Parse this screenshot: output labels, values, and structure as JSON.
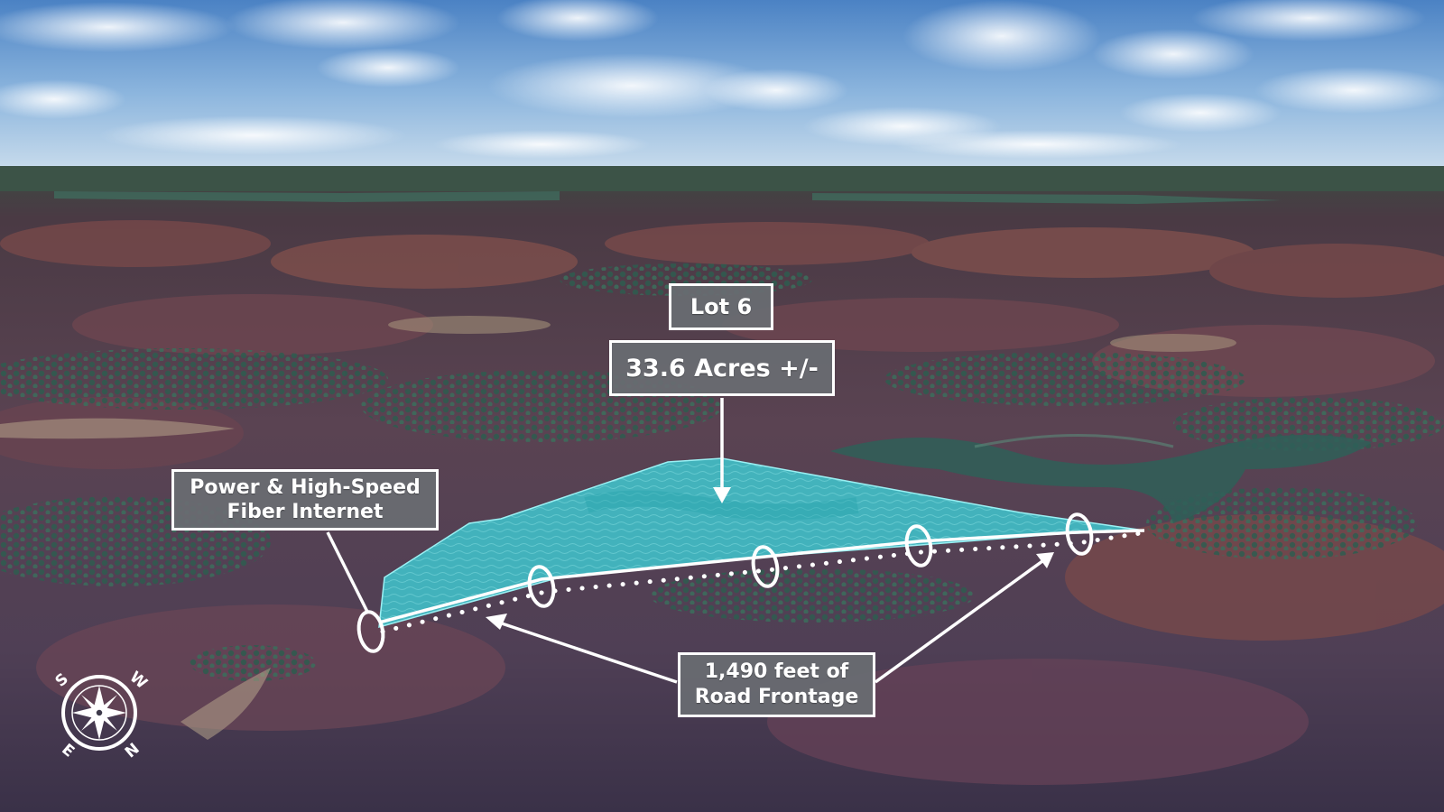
{
  "map": {
    "lot_name": "Lot 6",
    "acreage": "33.6 Acres +/-",
    "utility_line_1": "Power & High-Speed",
    "utility_line_2": "Fiber Internet",
    "frontage_line_1": "1,490 feet of",
    "frontage_line_2": "Road Frontage"
  },
  "compass": {
    "icon": "compass-rose-icon",
    "letters": [
      "S",
      "W",
      "N",
      "E"
    ]
  },
  "colors": {
    "parcel_fill": "#3fc7cf",
    "label_background": "#696c72",
    "label_border": "#ffffff",
    "annotation_line": "#ffffff"
  }
}
